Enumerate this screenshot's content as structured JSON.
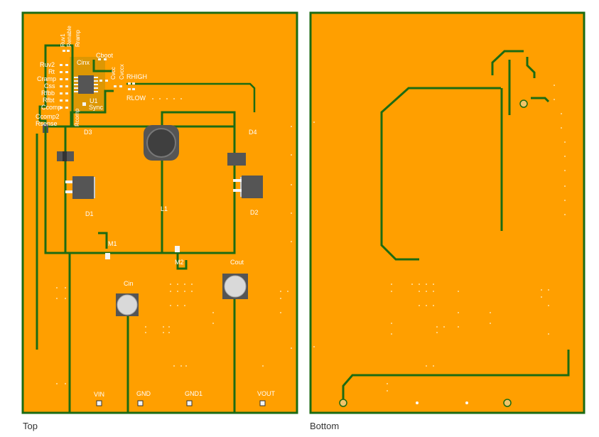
{
  "colors": {
    "board": "#ff9f00",
    "border": "#1c6b12",
    "trace": "#1c6b12",
    "pad": "#f5f5f5",
    "component": "#555555",
    "silkscreen": "#ffffff"
  },
  "views": [
    {
      "name": "top",
      "caption": "Top",
      "labels": {
        "ruv1": "Ruv1",
        "renable": "Renable",
        "rramp": "Rramp",
        "ruv2": "Ruv2",
        "rt": "Rt",
        "cramp": "Cramp",
        "css": "Css",
        "rfbb": "Rfbb",
        "rfbt": "Rfbt",
        "ccomp": "Ccomp",
        "ccomp2": "Ccomp2",
        "rsense": "Rsense",
        "rcomp": "Rcomp",
        "cinx": "Cinx",
        "cboot": "Cboot",
        "cvcc": "Cvcc",
        "cvccx": "Cvccx",
        "rhigh": "RHIGH",
        "rlow": "RLOW",
        "u1": "U1",
        "sync": "Sync",
        "d3": "D3",
        "d4": "D4",
        "d1": "D1",
        "d2": "D2",
        "l1": "L1",
        "m1": "M1",
        "m2": "M2",
        "cin": "Cin",
        "cout": "Cout",
        "vin": "VIN",
        "gnd": "GND",
        "gnd1": "GND1",
        "vout": "VOUT"
      }
    },
    {
      "name": "bottom",
      "caption": "Bottom"
    }
  ]
}
